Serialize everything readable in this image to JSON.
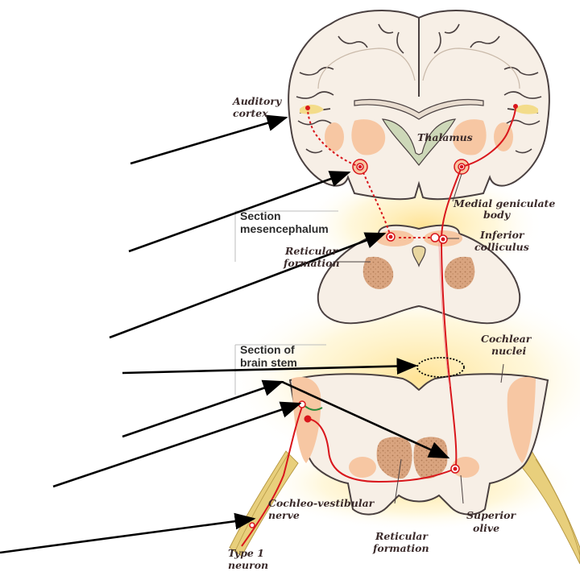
{
  "labels": {
    "auditory_cortex_1": "Auditory",
    "auditory_cortex_2": "cortex",
    "thalamus": "Thalamus",
    "mgb_1": "Medial geniculate",
    "mgb_2": "body",
    "inferior_colliculus_1": "Inferior",
    "inferior_colliculus_2": "colliculus",
    "reticular_upper_1": "Reticular",
    "reticular_upper_2": "formation",
    "cochlear_nuclei_1": "Cochlear",
    "cochlear_nuclei_2": "nuclei",
    "cochleo_vestibular_1": "Cochleo-vestibular",
    "cochleo_vestibular_2": "nerve",
    "reticular_lower_1": "Reticular",
    "reticular_lower_2": "formation",
    "superior_olive_1": "Superior",
    "superior_olive_2": "olive",
    "type1_neuron_1": "Type 1",
    "type1_neuron_2": "neuron"
  },
  "sections": {
    "mesencephalum_1": "Section",
    "mesencephalum_2": "mesencephalum",
    "brain_stem_1": "Section of",
    "brain_stem_2": "brain stem"
  },
  "colors": {
    "tissue": "#f7efe6",
    "outline": "#4a4040",
    "nucleus": "#f7c7a3",
    "reticular": "#d9a47f",
    "pathway": "#d9161c",
    "nerve": "#e8cf7c",
    "glow": "#ffe79a"
  }
}
